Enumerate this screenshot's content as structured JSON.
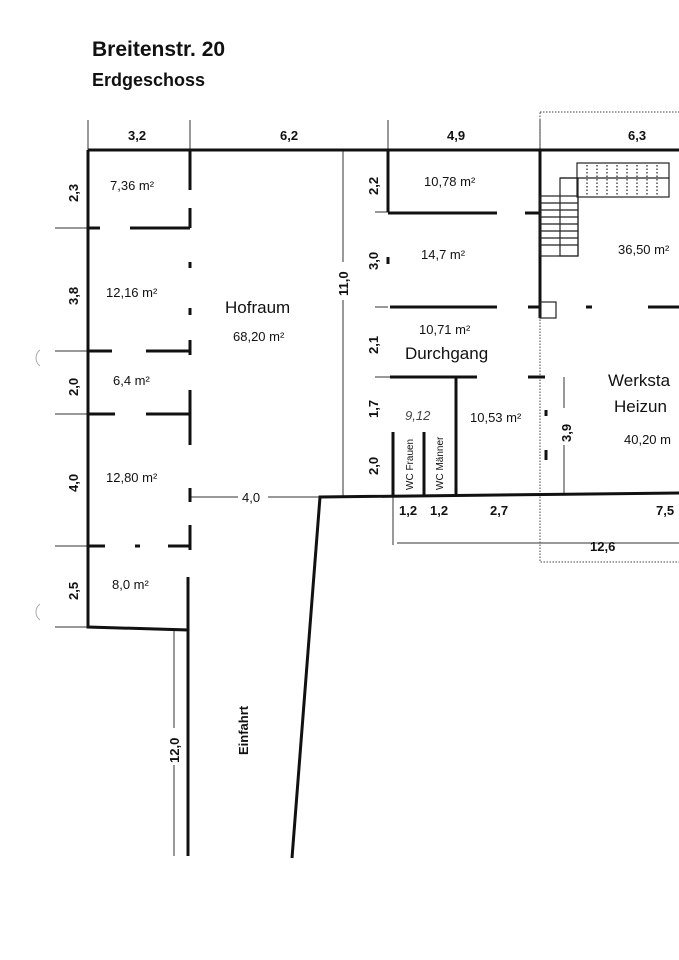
{
  "title": "Breitenstr. 20",
  "subtitle": "Erdgeschoss",
  "dims_top": [
    "3,2",
    "6,2",
    "4,9",
    "6,3"
  ],
  "dims_left": [
    "2,3",
    "3,8",
    "2,0",
    "4,0",
    "2,5"
  ],
  "dims_mid": [
    "2,2",
    "3,0",
    "2,1",
    "1,7",
    "2,0"
  ],
  "dims_other": {
    "hof_height": "11,0",
    "hof_width": "4,0",
    "einfahrt_len": "12,0",
    "werk_h": "3,9",
    "b1": "1,2",
    "b2": "1,2",
    "b3": "2,7",
    "b4": "7,5",
    "total": "12,6"
  },
  "rooms": {
    "r1": "7,36 m²",
    "r2": "12,16 m²",
    "r3": "6,4 m²",
    "r4": "12,80 m²",
    "r5": "8,0 m²",
    "hof_name": "Hofraum",
    "hof_area": "68,20 m²",
    "m1": "10,78 m²",
    "m2": "14,7 m²",
    "m3": "10,71 m²",
    "durch": "Durchgang",
    "m4": "10,53 m²",
    "wc_f": "WC Frauen",
    "wc_m": "WC Männer",
    "note": "9,12",
    "stair_room": "36,50 m²",
    "werk1": "Werksta",
    "werk2": "Heizun",
    "werk_area": "40,20 m",
    "einfahrt": "Einfahrt"
  }
}
